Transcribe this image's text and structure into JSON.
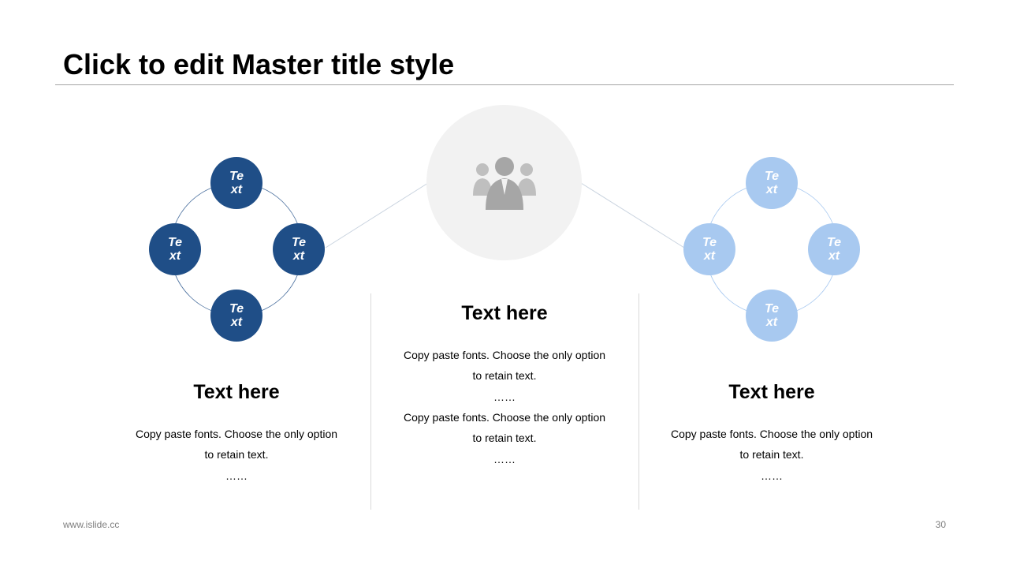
{
  "slide": {
    "title": "Click to edit Master title style",
    "footer_site": "www.islide.cc",
    "page_number": "30"
  },
  "left_cluster": {
    "color": "#1f4e87",
    "nodes": [
      "Text",
      "Text",
      "Text",
      "Text"
    ]
  },
  "right_cluster": {
    "color": "#a8c9f0",
    "nodes": [
      "Text",
      "Text",
      "Text",
      "Text"
    ]
  },
  "hub": {
    "icon": "people-group-icon",
    "fill": "#f2f2f2"
  },
  "columns": {
    "left": {
      "heading": "Text here",
      "line1": "Copy paste fonts. Choose the only option",
      "line2": "to retain text.",
      "line3": "……"
    },
    "center": {
      "heading": "Text here",
      "line1": "Copy paste fonts. Choose the only option",
      "line2": "to retain text.",
      "line3": "……",
      "line4": "Copy paste fonts. Choose the only option",
      "line5": "to retain text.",
      "line6": "……"
    },
    "right": {
      "heading": "Text here",
      "line1": "Copy paste fonts. Choose the only option",
      "line2": "to retain text.",
      "line3": "……"
    }
  }
}
